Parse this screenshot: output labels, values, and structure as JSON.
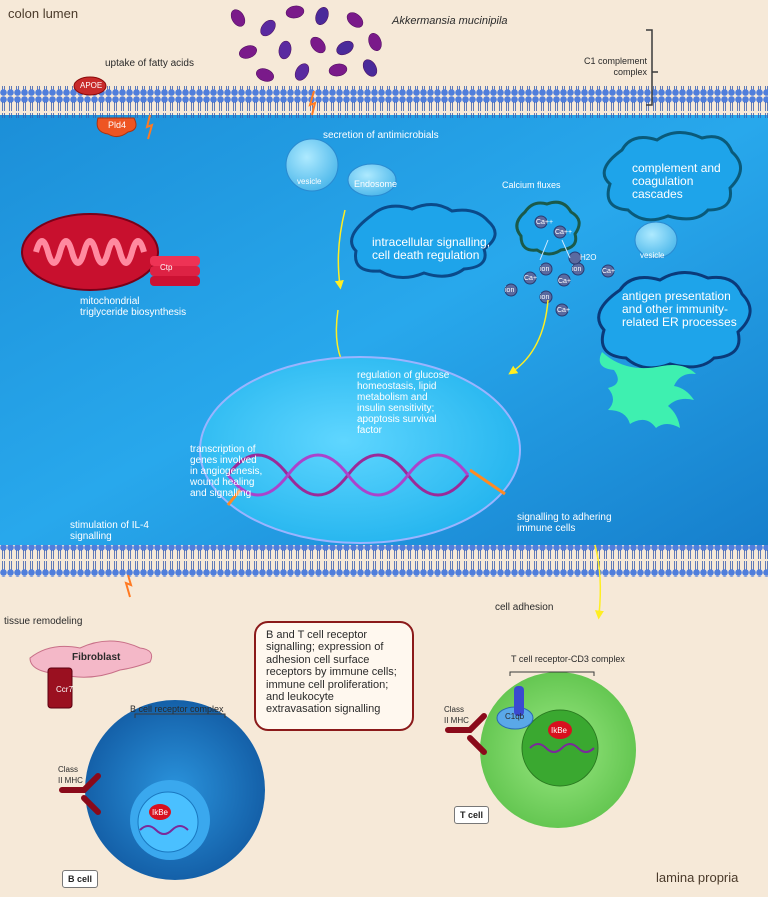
{
  "labels": {
    "colon_lumen": "colon lumen",
    "akkermansia": "Akkermansia mucinipila",
    "uptake": "uptake of fatty acids",
    "apoe": "APOE",
    "pld4": "Pld4",
    "c1_complex": "C1 complement complex",
    "secretion": "secretion of antimicrobials",
    "vesicle1": "vesicle",
    "endosome": "Endosome",
    "complement": "complement and coagulation cascades",
    "calcium": "Calcium fluxes",
    "intracellular": "intracellular signalling, cell death regulation",
    "vesicle2": "vesicle",
    "mito": "mitochondrial triglyceride biosynthesis",
    "ctp": "Ctp",
    "antigen": "antigen presentation and other immunity-related ER processes",
    "regulation": "regulation of glucose homeostasis, lipid metabolism and insulin sensitivity; apoptosis survival factor",
    "transcription": "transcription of genes involved in angiogenesis, wound healing and signalling",
    "stimulation": "stimulation of IL-4 signalling",
    "signalling_immune": "signalling to adhering immune cells",
    "tissue": "tissue remodeling",
    "cell_adhesion": "cell adhesion",
    "fibroblast": "Fibroblast",
    "ccr7": "Ccr7",
    "box": "B and T cell receptor signalling; expression of adhesion cell surface receptors by immune cells; immune cell proliferation; and leukocyte extravasation signalling",
    "tcr": "T cell receptor-CD3 complex",
    "bcr": "B cell receptor complex",
    "class2_a": "Class II MHC",
    "class2_b": "Class II MHC",
    "c1qb": "C1qb",
    "ikbe_a": "IkBe",
    "ikbe_b": "IkBe",
    "tcell": "T cell",
    "bcell": "B cell",
    "lamina": "lamina propria",
    "h2o": "H2O",
    "ion": "ion",
    "ca": "Ca++",
    "ca_plus": "Ca+"
  },
  "colors": {
    "membrane": "#4a78d8",
    "cytoplasm": "#1f9fe6",
    "nucleus": "#36c8f5",
    "mitochondria": "#c8102e",
    "er": "#3ef0b0",
    "tcell": "#7fd86a",
    "bcell": "#1f7fd0",
    "bacteria": "#7a1a8a"
  }
}
